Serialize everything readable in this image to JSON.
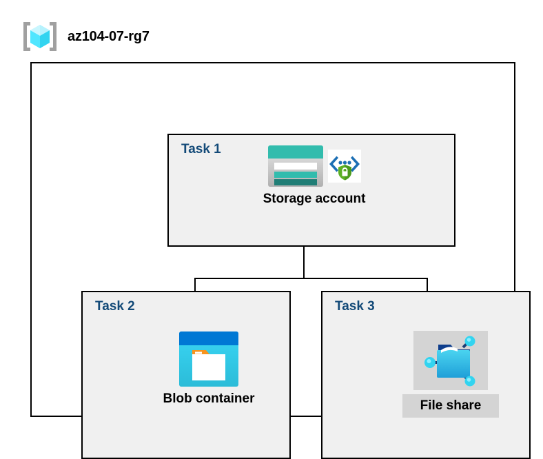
{
  "diagram": {
    "resource_group": {
      "icon_name": "azure-resource-group-icon",
      "name": "az104-07-rg7"
    },
    "tasks": [
      {
        "id": "task1",
        "label": "Task 1",
        "node": {
          "caption": "Storage account",
          "icons": [
            "storage-account-icon",
            "secure-endpoint-shield-icon"
          ],
          "caption_shaded": false
        }
      },
      {
        "id": "task2",
        "label": "Task 2",
        "node": {
          "caption": "Blob container",
          "icons": [
            "blob-container-icon"
          ],
          "caption_shaded": false
        }
      },
      {
        "id": "task3",
        "label": "Task 3",
        "node": {
          "caption": "File share",
          "icons": [
            "file-share-icon"
          ],
          "caption_shaded": true
        }
      }
    ],
    "connectors": [
      {
        "from": "task1-storage-account",
        "to": "task2-blob-container"
      },
      {
        "from": "task1-storage-account",
        "to": "task3-file-share"
      }
    ],
    "colors": {
      "task_label": "#134a78",
      "box_border": "#000000",
      "box_fill": "#f0f0f0",
      "page_background": "#ffffff",
      "shaded_caption": "#d4d4d4",
      "storage_teal": "#32bcad",
      "storage_teal_dark": "#207e76",
      "blob_blue": "#0078d4",
      "blob_cyan": "#32d4f0",
      "blob_orange": "#f7941e",
      "shield_green": "#5cb025",
      "bracket_blue": "#1c6fb4",
      "cube_cyan": "#50e6ff",
      "bracket_gray": "#a0a0a0"
    }
  }
}
